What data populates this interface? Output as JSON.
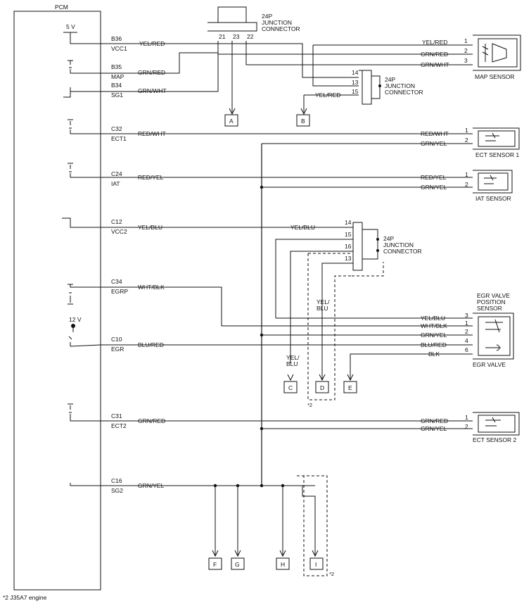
{
  "pcm": {
    "label": "PCM",
    "pins": [
      {
        "id": "B36",
        "name": "VCC1",
        "wire": "YEL/RED"
      },
      {
        "id": "B35",
        "name": "MAP",
        "wire": "GRN/RED"
      },
      {
        "id": "B34",
        "name": "SG1",
        "wire": "GRN/WHT"
      },
      {
        "id": "C32",
        "name": "ECT1",
        "wire": "RED/WHT"
      },
      {
        "id": "C24",
        "name": "IAT",
        "wire": "RED/YEL"
      },
      {
        "id": "C12",
        "name": "VCC2",
        "wire": "YEL/BLU"
      },
      {
        "id": "C34",
        "name": "EGRP",
        "wire": "WHT/BLK"
      },
      {
        "id": "C10",
        "name": "EGR",
        "wire": "BLU/RED"
      },
      {
        "id": "C31",
        "name": "ECT2",
        "wire": "GRN/RED"
      },
      {
        "id": "C16",
        "name": "SG2",
        "wire": "GRN/YEL"
      }
    ],
    "supply_5v": "5 V",
    "supply_12v": "12 V"
  },
  "connectors": {
    "top": {
      "label_1": "24P",
      "label_2": "JUNCTION",
      "label_3": "CONNECTOR",
      "pins": [
        "21",
        "23",
        "22"
      ]
    },
    "right": {
      "label_1": "24P",
      "label_2": "JUNCTION",
      "label_3": "CONNECTOR",
      "pins": [
        "14",
        "13",
        "15"
      ]
    },
    "mid": {
      "label_1": "24P",
      "label_2": "JUNCTION",
      "label_3": "CONNECTOR",
      "pins": [
        "14",
        "15",
        "16",
        "13"
      ]
    }
  },
  "sensors": {
    "map": {
      "label": "MAP SENSOR",
      "pins": [
        "1",
        "2",
        "3"
      ],
      "wires": [
        "YEL/RED",
        "GRN/RED",
        "GRN/WHT"
      ]
    },
    "ect1": {
      "label": "ECT SENSOR 1",
      "pins": [
        "1",
        "2"
      ],
      "wires": [
        "RED/WHT",
        "GRN/YEL"
      ]
    },
    "iat": {
      "label": "IAT SENSOR",
      "pins": [
        "1",
        "2"
      ],
      "wires": [
        "RED/YEL",
        "GRN/YEL"
      ]
    },
    "egr": {
      "label_1": "EGR VALVE",
      "label_2": "POSITION",
      "label_3": "SENSOR",
      "bottom_label": "EGR VALVE",
      "pins": [
        "3",
        "1",
        "2",
        "4",
        "6"
      ],
      "wires": [
        "YEL/BLU",
        "WHT/BLK",
        "GRN/YEL",
        "BLU/RED",
        "BLK"
      ]
    },
    "ect2": {
      "label": "ECT SENSOR 2",
      "pins": [
        "1",
        "2"
      ],
      "wires": [
        "GRN/RED",
        "GRN/YEL"
      ]
    }
  },
  "wire_labels": {
    "yel_red": "YEL/RED",
    "yel_blu": "YEL/BLU",
    "yel_blu_split_1": "YEL/",
    "yel_blu_split_2": "BLU"
  },
  "references": [
    "A",
    "B",
    "C",
    "D",
    "E",
    "F",
    "G",
    "H",
    "I"
  ],
  "footnote_mark": "*2",
  "footnote": "*2  J35A7 engine"
}
